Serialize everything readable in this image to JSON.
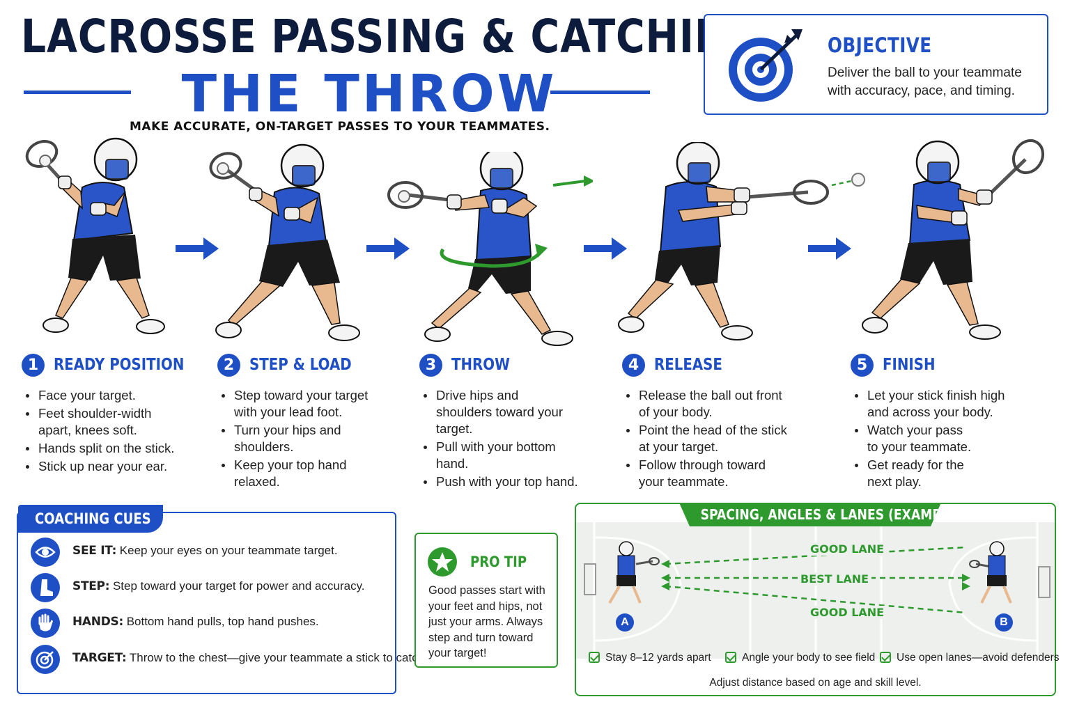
{
  "header": {
    "title": "LACROSSE PASSING & CATCHING",
    "subtitle": "THE THROW",
    "tagline": "MAKE ACCURATE, ON-TARGET PASSES TO YOUR TEAMMATES."
  },
  "objective": {
    "title": "OBJECTIVE",
    "text": "Deliver the ball to your teammate with accuracy, pace, and timing.",
    "icon": "target-icon"
  },
  "steps": [
    {
      "number": "1",
      "title": "READY POSITION",
      "bullets": [
        "Face your target.",
        "Feet shoulder-width apart, knees soft.",
        "Hands split on the stick.",
        "Stick up near your ear."
      ]
    },
    {
      "number": "2",
      "title": "STEP & LOAD",
      "bullets": [
        "Step toward your target with your lead foot.",
        "Turn your hips and shoulders.",
        "Keep your top hand relaxed."
      ]
    },
    {
      "number": "3",
      "title": "THROW",
      "bullets": [
        "Drive hips and shoulders toward your target.",
        "Pull with your bottom hand.",
        "Push with your top hand."
      ]
    },
    {
      "number": "4",
      "title": "RELEASE",
      "bullets": [
        "Release the ball out front of your body.",
        "Point the head of the stick at your target.",
        "Follow through toward your teammate."
      ]
    },
    {
      "number": "5",
      "title": "FINISH",
      "bullets": [
        "Let your stick finish high and across your body.",
        "Watch your pass to your teammate.",
        "Get ready for the next play."
      ]
    }
  ],
  "coaching_cues": {
    "title": "COACHING CUES",
    "items": [
      {
        "label": "SEE IT:",
        "text": " Keep your eyes on your teammate target.",
        "icon": "eye-icon"
      },
      {
        "label": "STEP:",
        "text": " Step toward your target for power and accuracy.",
        "icon": "foot-icon"
      },
      {
        "label": "HANDS:",
        "text": " Bottom hand pulls, top hand pushes.",
        "icon": "hand-icon"
      },
      {
        "label": "TARGET:",
        "text": " Throw to the chest—give your teammate a stick to catch.",
        "icon": "target-icon"
      }
    ]
  },
  "pro_tip": {
    "title": "PRO TIP",
    "text": "Good passes start with your feet and hips, not just your arms. Always step and turn toward your target!",
    "icon": "star-icon"
  },
  "spacing": {
    "title": "SPACING, ANGLES & LANES (EXAMPLE)",
    "lanes": [
      "GOOD LANE",
      "BEST LANE",
      "GOOD LANE"
    ],
    "players": [
      "A",
      "B"
    ],
    "checks": [
      "Stay 8–12 yards apart",
      "Angle your body to see field",
      "Use open lanes—avoid defenders"
    ],
    "note": "Adjust distance based on age and skill level."
  },
  "colors": {
    "brand_blue": "#1f4fc4",
    "navy": "#0d1b3d",
    "green": "#2e9a2e",
    "jersey": "#2a55c8",
    "shorts": "#1a1a1a",
    "skin": "#e8b98f"
  }
}
